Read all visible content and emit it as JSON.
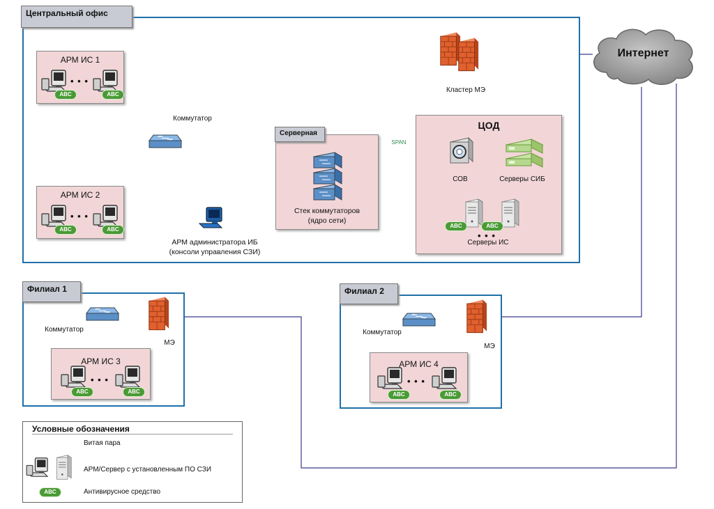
{
  "internet": {
    "label": "Интернет"
  },
  "central": {
    "title": "Центральный офис",
    "arm1": {
      "title": "АРМ ИС 1"
    },
    "arm2": {
      "title": "АРМ ИС 2"
    },
    "switch_label": "Коммутатор",
    "admin_label_1": "АРМ администратора ИБ",
    "admin_label_2": "(консоли управления СЗИ)",
    "server_room": {
      "title": "Серверная",
      "stack_label_1": "Стек коммутаторов",
      "stack_label_2": "(ядро сети)"
    },
    "fw_cluster_label": "Кластер МЭ",
    "span_label": "SPAN",
    "dc": {
      "title": "ЦОД",
      "ids_label": "СОВ",
      "sib_label": "Серверы СИБ",
      "is_label": "Серверы ИС"
    }
  },
  "branch1": {
    "title": "Филиал 1",
    "switch_label": "Коммутатор",
    "fw_label": "МЭ",
    "arm": {
      "title": "АРМ ИС 3"
    }
  },
  "branch2": {
    "title": "Филиал 2",
    "switch_label": "Коммутатор",
    "fw_label": "МЭ",
    "arm": {
      "title": "АРМ ИС 4"
    }
  },
  "av_badge": "ABC",
  "dots": "• • •",
  "legend": {
    "title": "Условные обозначения",
    "twisted_pair": "Витая пара",
    "workstation_server": "АРМ/Сервер с установленным ПО СЗИ",
    "antivirus": "Антивирусное средство"
  },
  "colors": {
    "region_border": "#1f6fa8",
    "wire": "#3a3a8c",
    "pink": "#f2d6d7",
    "av_green": "#4a9a35",
    "span_green": "#2e8b57",
    "red_link": "#d62828"
  }
}
